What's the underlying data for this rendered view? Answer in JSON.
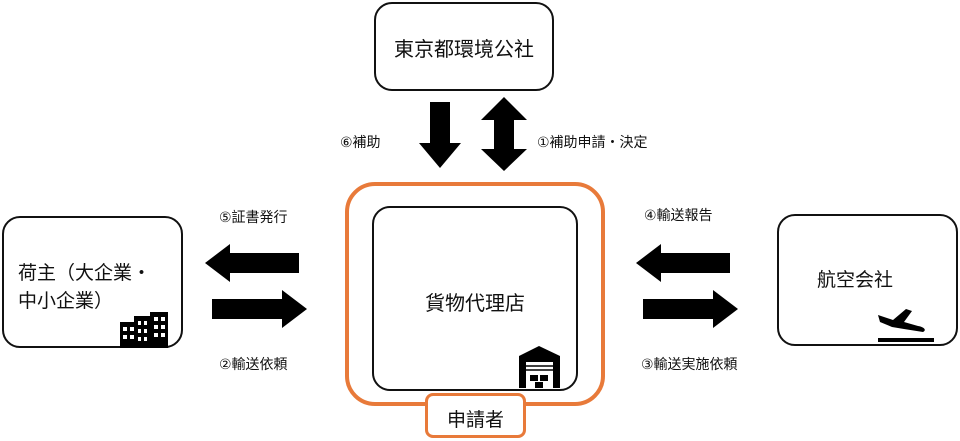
{
  "nodes": {
    "tmg": "東京都環境公社",
    "shipper_line1": "荷主（大企業・",
    "shipper_line2": "中小企業）",
    "agent": "貨物代理店",
    "airline": "航空会社",
    "applicant": "申請者"
  },
  "edges": {
    "subsidy": "⑥補助",
    "apply": "①補助申請・決定",
    "certificate": "⑤証書発行",
    "transport_request": "②輸送依頼",
    "transport_report": "④輸送報告",
    "implementation_request": "③輸送実施依頼"
  },
  "colors": {
    "highlight": "#e87a3a",
    "stroke": "#111111",
    "arrow": "#000000"
  },
  "icons": [
    "buildings-icon",
    "warehouse-icon",
    "airplane-icon"
  ]
}
